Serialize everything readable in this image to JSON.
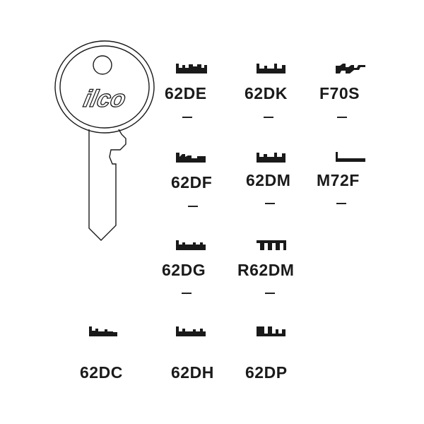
{
  "brand": {
    "logo_text": "ilco"
  },
  "key_codes": [
    {
      "id": "62DE",
      "label": "62DE",
      "has_dash": true
    },
    {
      "id": "62DK",
      "label": "62DK",
      "has_dash": true
    },
    {
      "id": "F70S",
      "label": "F70S",
      "has_dash": true
    },
    {
      "id": "62DF",
      "label": "62DF",
      "has_dash": true
    },
    {
      "id": "62DM",
      "label": "62DM",
      "has_dash": true
    },
    {
      "id": "M72F",
      "label": "M72F",
      "has_dash": true
    },
    {
      "id": "62DG",
      "label": "62DG",
      "has_dash": true
    },
    {
      "id": "R62DM",
      "label": "R62DM",
      "has_dash": true
    },
    {
      "id": "62DC",
      "label": "62DC",
      "has_dash": false
    },
    {
      "id": "62DH",
      "label": "62DH",
      "has_dash": false
    },
    {
      "id": "62DP",
      "label": "62DP",
      "has_dash": false
    }
  ]
}
